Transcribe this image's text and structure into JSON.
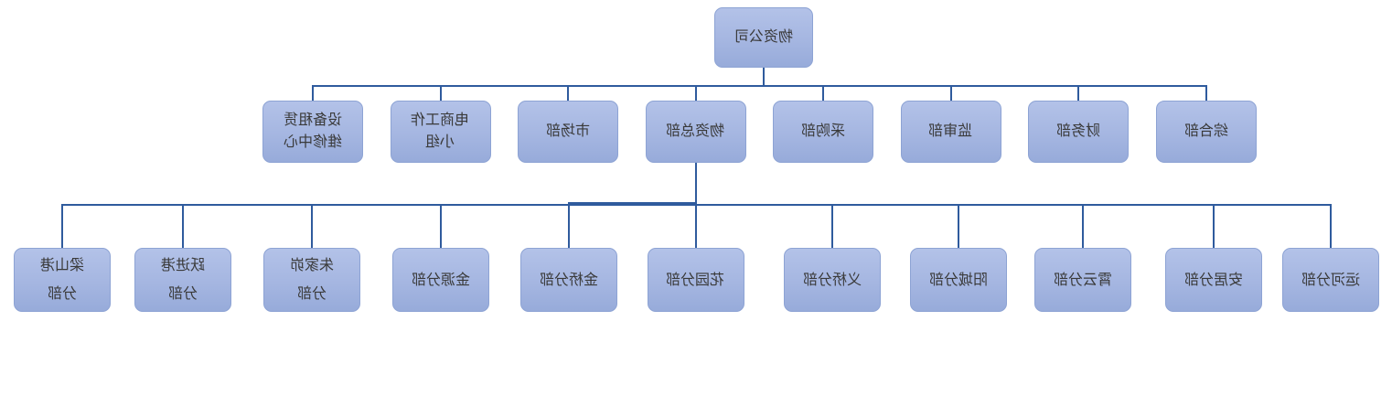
{
  "render": {
    "mirrored_horizontally": true
  },
  "colors": {
    "background": "#ffffff",
    "node_fill_top": "#b3c2e8",
    "node_fill_bottom": "#97abda",
    "node_border": "#8da3d4",
    "connector": "#2f5b9d",
    "text": "#3a3a3a"
  },
  "org_chart": {
    "root": {
      "id": "materials-company",
      "label": "物资公司"
    },
    "level2": [
      {
        "id": "equipment-rental-maintenance-center",
        "label": "设备租赁\n维修中心"
      },
      {
        "id": "ecommerce-workgroup",
        "label": "电商工作\n小组"
      },
      {
        "id": "market-dept",
        "label": "市场部"
      },
      {
        "id": "materials-headquarters",
        "label": "物资总部"
      },
      {
        "id": "procurement-dept",
        "label": "采购部"
      },
      {
        "id": "supervision-audit-dept",
        "label": "监审部"
      },
      {
        "id": "finance-dept",
        "label": "财务部"
      },
      {
        "id": "general-affairs-dept",
        "label": "综合部"
      }
    ],
    "level3": [
      {
        "id": "liangshan-port-branch",
        "label": "梁山港\n分部"
      },
      {
        "id": "yuejin-port-branch",
        "label": "跃进港\n分部"
      },
      {
        "id": "zhujiamao-branch",
        "label": "朱家峁\n分部"
      },
      {
        "id": "jinyuan-branch",
        "label": "金源分部"
      },
      {
        "id": "jinqiao-branch",
        "label": "金桥分部"
      },
      {
        "id": "huayuan-branch",
        "label": "花园分部"
      },
      {
        "id": "yiqiao-branch",
        "label": "义桥分部"
      },
      {
        "id": "yangcheng-branch",
        "label": "阳城分部"
      },
      {
        "id": "xiaoyun-branch",
        "label": "霄云分部"
      },
      {
        "id": "anju-branch",
        "label": "安居分部"
      },
      {
        "id": "yunhe-branch",
        "label": "运河分部"
      }
    ]
  }
}
